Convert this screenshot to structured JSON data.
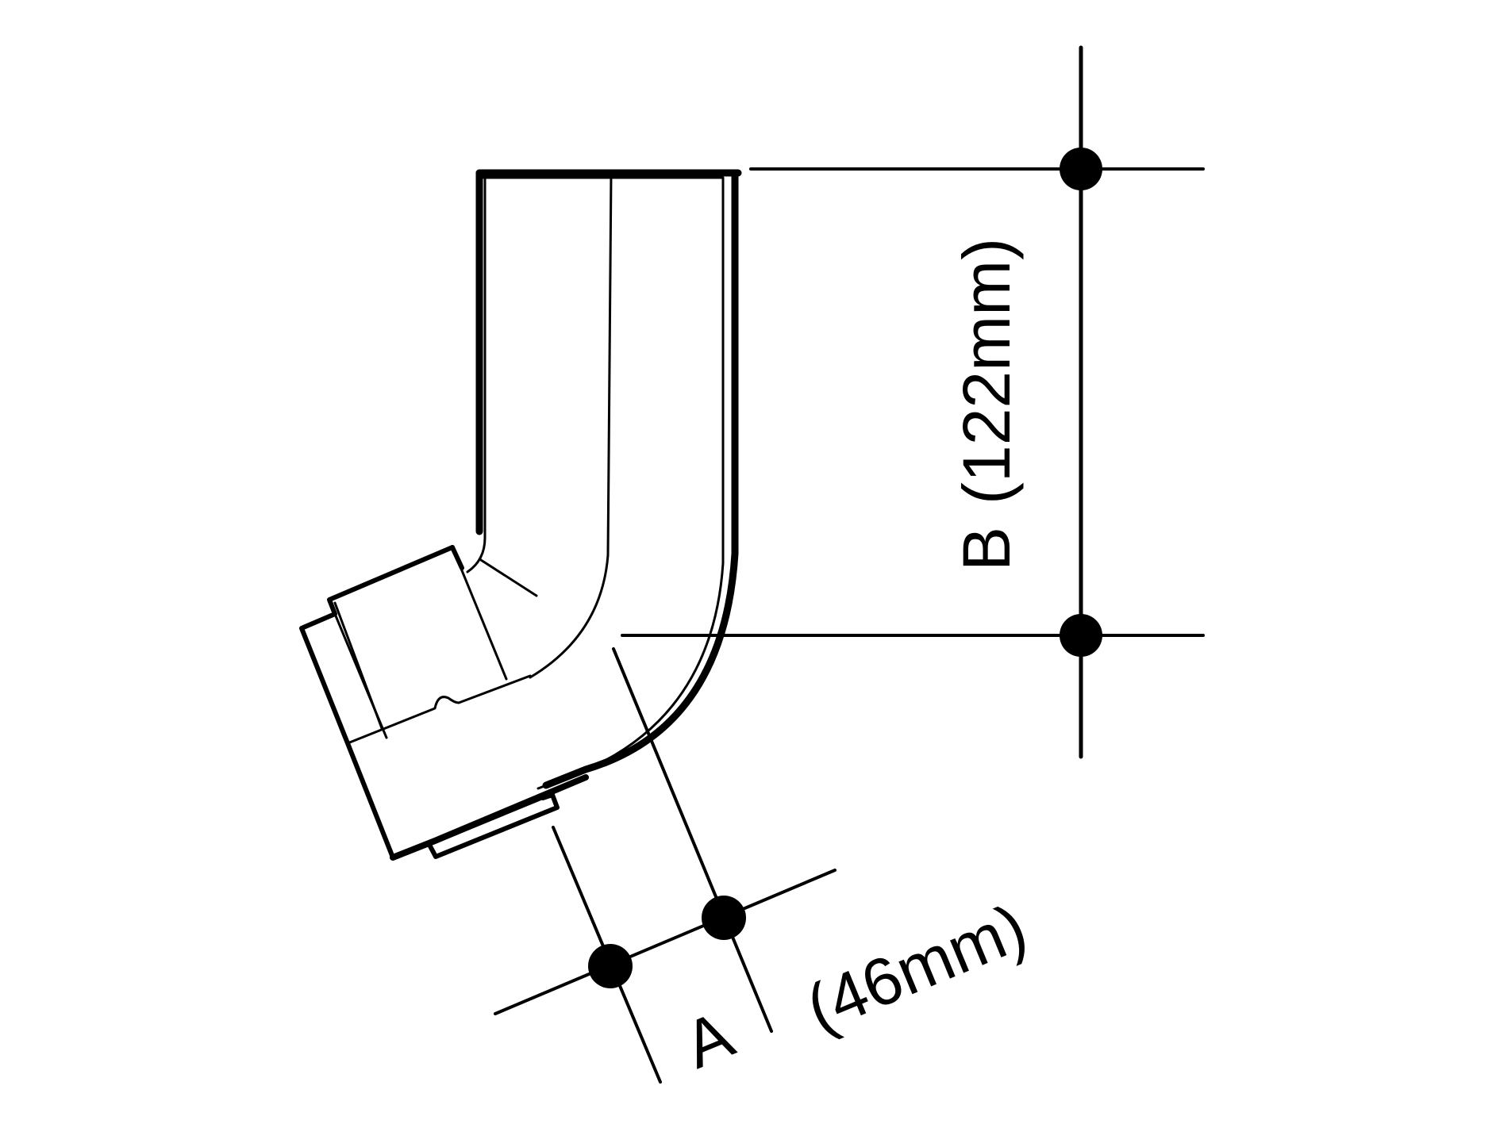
{
  "labels": {
    "dim_b_letter": "B",
    "dim_b_value": "(122mm)",
    "dim_a_letter": "A",
    "dim_a_value": "(46mm)"
  },
  "colors": {
    "ink": "#000000",
    "background": "#ffffff"
  }
}
